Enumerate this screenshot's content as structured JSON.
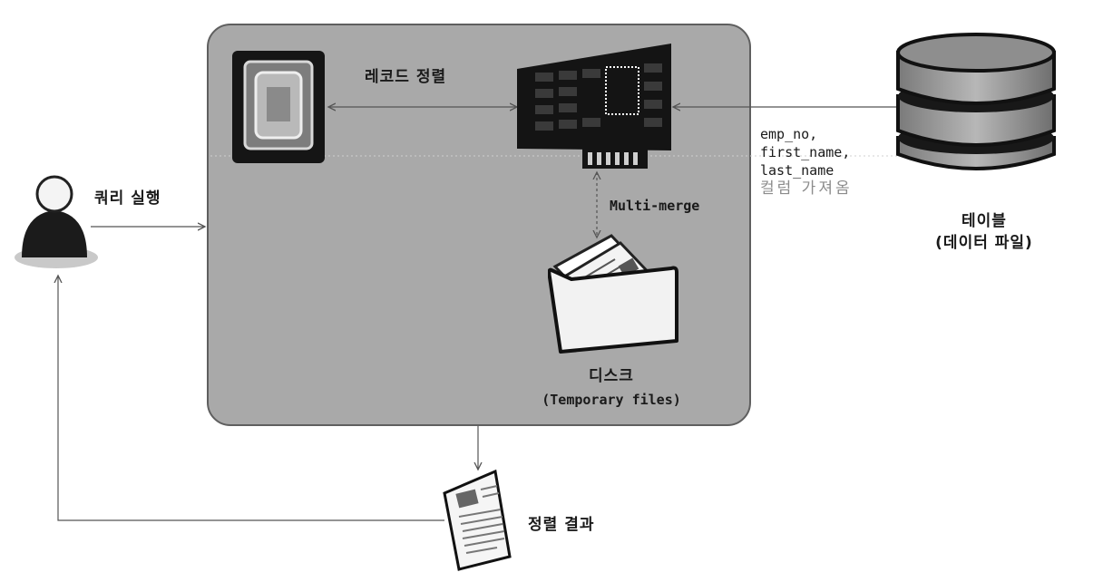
{
  "labels": {
    "query_run": "쿼리 실행",
    "record_sort": "레코드 정렬",
    "multi_merge": "Multi-merge",
    "disk_title": "디스크",
    "disk_sub": "(Temporary files)",
    "table_title": "테이블",
    "table_sub": "(데이터 파일)",
    "sort_result": "정렬 결과"
  },
  "columns": {
    "c1": "emp_no,",
    "c2": "first_name,",
    "c3": "last_name",
    "caption": "컬럼 가져옴"
  },
  "colors": {
    "panel": "#a9a9a9",
    "arrow": "#555555",
    "caption": "#8c8c8c"
  },
  "icons": [
    "user-icon",
    "cpu-icon",
    "memory-chip-icon",
    "folder-files-icon",
    "database-icon",
    "document-icon"
  ]
}
